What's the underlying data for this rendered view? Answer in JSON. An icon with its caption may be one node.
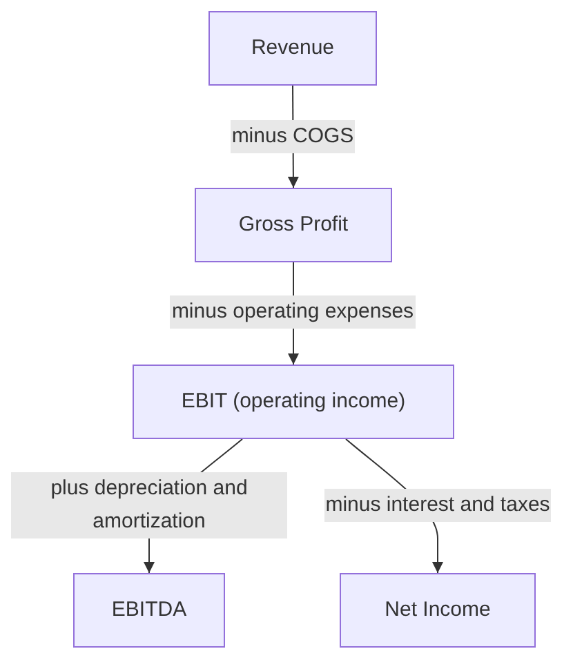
{
  "diagram": {
    "nodes": [
      {
        "text": [
          "Revenue"
        ]
      },
      {
        "text": [
          "Gross Profit"
        ]
      },
      {
        "text": [
          "EBIT (operating income)"
        ]
      },
      {
        "text": [
          "EBITDA"
        ]
      },
      {
        "text": [
          "Net Income"
        ]
      }
    ],
    "edges": [
      {
        "from": 0,
        "to": 1,
        "arrow": "to",
        "label": "minus COGS"
      },
      {
        "from": 1,
        "to": 2,
        "arrow": "to",
        "label": "minus operating expenses"
      },
      {
        "from": 2,
        "to": 3,
        "arrow": "to",
        "label": "plus depreciation and amortization"
      },
      {
        "from": 2,
        "to": 4,
        "arrow": "to",
        "label": "minus interest and taxes"
      }
    ]
  }
}
